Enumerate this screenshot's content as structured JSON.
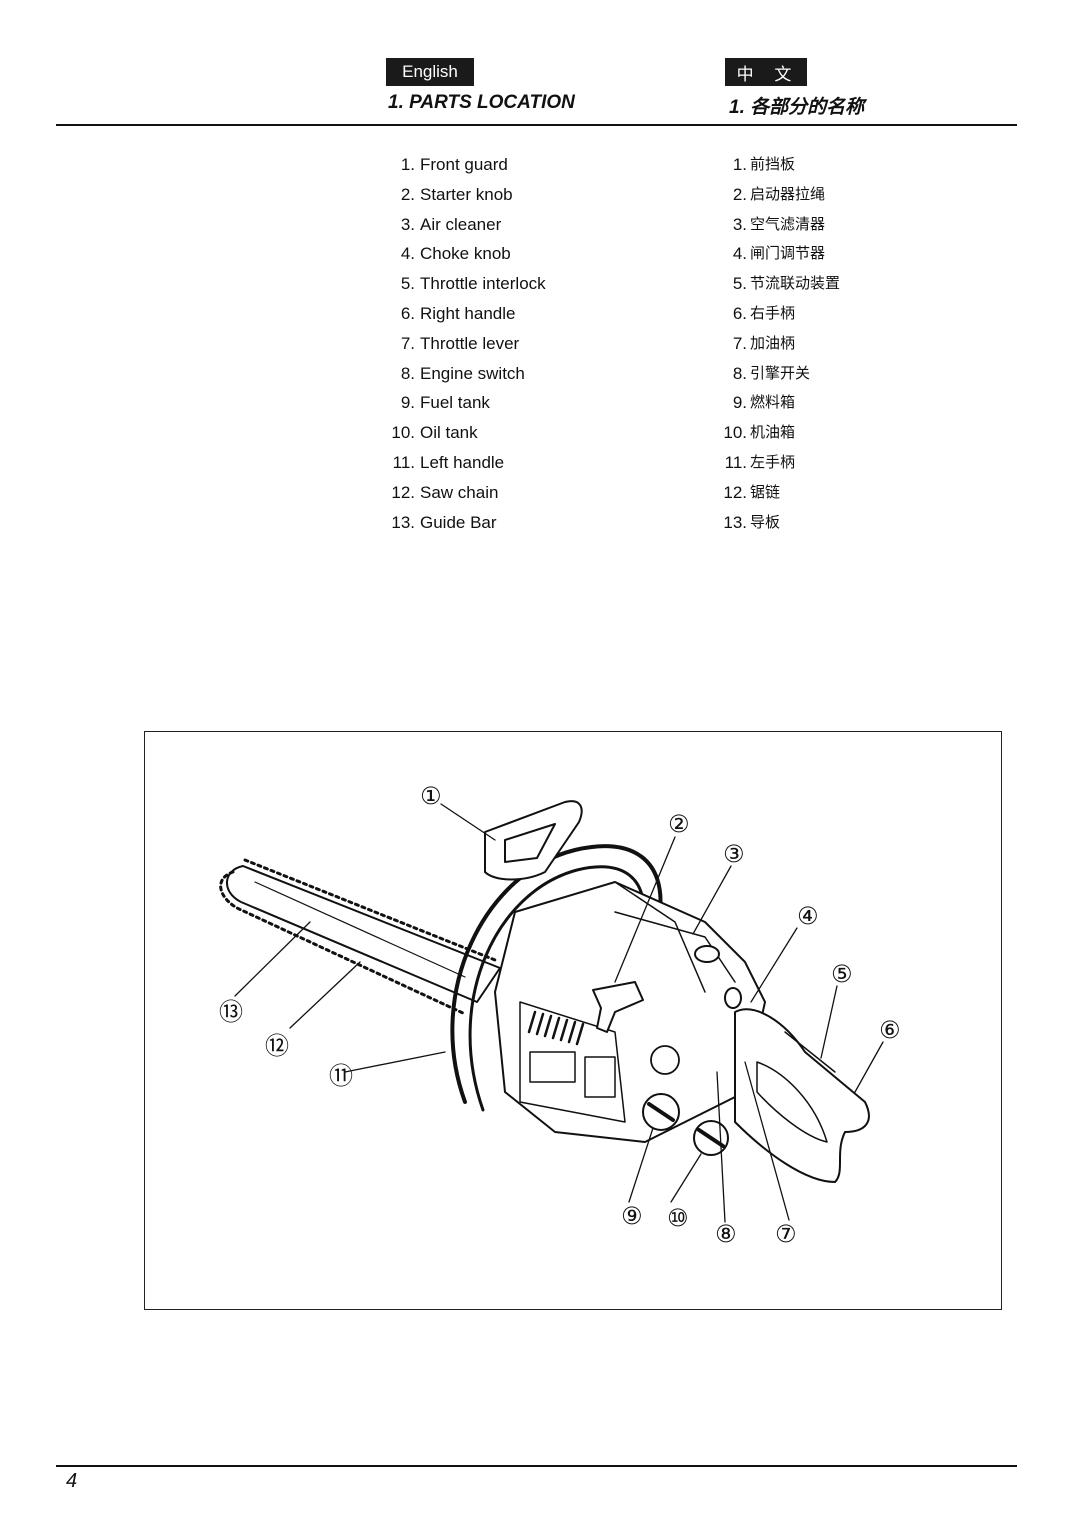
{
  "header": {
    "badge_en": "English",
    "badge_zh": "中 文",
    "title_en": "1. PARTS LOCATION",
    "title_zh": "1. 各部分的名称"
  },
  "parts_en": [
    {
      "num": "1.",
      "name": "Front guard"
    },
    {
      "num": "2.",
      "name": "Starter knob"
    },
    {
      "num": "3.",
      "name": "Air cleaner"
    },
    {
      "num": "4.",
      "name": "Choke knob"
    },
    {
      "num": "5.",
      "name": "Throttle interlock"
    },
    {
      "num": "6.",
      "name": "Right handle"
    },
    {
      "num": "7.",
      "name": "Throttle lever"
    },
    {
      "num": "8.",
      "name": "Engine switch"
    },
    {
      "num": "9.",
      "name": "Fuel tank"
    },
    {
      "num": "10.",
      "name": "Oil tank"
    },
    {
      "num": "11.",
      "name": "Left handle"
    },
    {
      "num": "12.",
      "name": "Saw chain"
    },
    {
      "num": "13.",
      "name": "Guide Bar"
    }
  ],
  "parts_zh": [
    {
      "num": "1.",
      "name": "前挡板"
    },
    {
      "num": "2.",
      "name": "启动器拉绳"
    },
    {
      "num": "3.",
      "name": "空气滤清器"
    },
    {
      "num": "4.",
      "name": "闸门调节器"
    },
    {
      "num": "5.",
      "name": "节流联动装置"
    },
    {
      "num": "6.",
      "name": "右手柄"
    },
    {
      "num": "7.",
      "name": "加油柄"
    },
    {
      "num": "8.",
      "name": "引擎开关"
    },
    {
      "num": "9.",
      "name": "燃料箱"
    },
    {
      "num": "10.",
      "name": "机油箱"
    },
    {
      "num": "11.",
      "name": "左手柄"
    },
    {
      "num": "12.",
      "name": "锯链"
    },
    {
      "num": "13.",
      "name": "导板"
    }
  ],
  "diagram": {
    "callouts": [
      "①",
      "②",
      "③",
      "④",
      "⑤",
      "⑥",
      "⑦",
      "⑧",
      "⑨",
      "⑩",
      "⑪",
      "⑫",
      "⑬"
    ]
  },
  "footer": {
    "page_number": "4"
  }
}
